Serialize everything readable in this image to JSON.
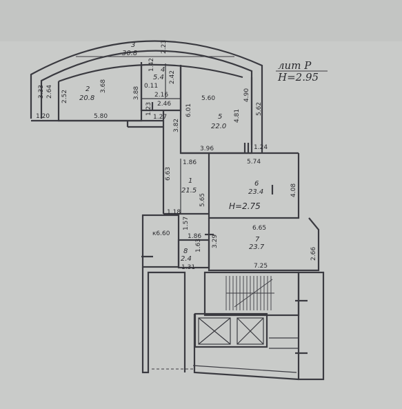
{
  "title": {
    "line1": "лит Р",
    "line2": "H=2.95"
  },
  "height_label": "H=2.75",
  "rooms": [
    {
      "number": "1",
      "area": "21.5"
    },
    {
      "number": "2",
      "area": "20.8"
    },
    {
      "number": "3",
      "area": "30.8"
    },
    {
      "number": "4",
      "area": "5.4"
    },
    {
      "number": "5",
      "area": "22.0"
    },
    {
      "number": "6",
      "area": "23.4"
    },
    {
      "number": "7",
      "area": "23.7"
    },
    {
      "number": "8",
      "area": "2.4"
    }
  ],
  "area_misc": {
    "room4_extra": "0.11",
    "closet_label": "к6.60"
  },
  "dimensions": [
    "3.33",
    "2.64",
    "2.52",
    "3.68",
    "3.88",
    "1.20",
    "5.80",
    "1.42",
    "2.42",
    "2.23",
    "2.16",
    "2.46",
    "1.23",
    "1.27",
    "5.60",
    "6.01",
    "4.81",
    "4.90",
    "5.62",
    "3.82",
    "3.96",
    "1.24",
    "1.86",
    "6.63",
    "5.74",
    "4.08",
    "5.65",
    "1.18",
    "1.57",
    "1.86",
    "1.63",
    "1.31",
    "3.29",
    "6.65",
    "2.66",
    "7.25"
  ]
}
